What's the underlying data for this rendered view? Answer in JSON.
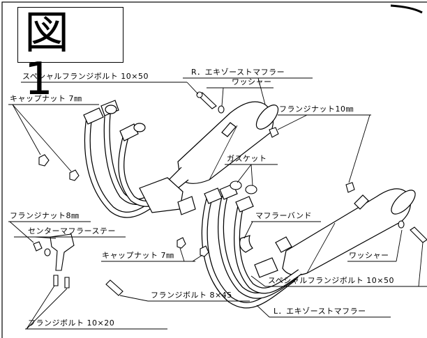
{
  "figure": {
    "title": "図 1"
  },
  "labels": {
    "r_muffler": "R．エキゾーストマフラー",
    "special_bolt_top": "スペシャルフランジボルト 10×50",
    "washer_top": "ワッシャー",
    "cap_nut_left": "キャップナット 7㎜",
    "flange_nut_10": "フランジナット10㎜",
    "gasket": "ガスケット",
    "flange_nut_8": "フランジナット8㎜",
    "muffler_band": "マフラーバンド",
    "center_stay": "センターマフラーステー",
    "washer_right": "ワッシャー",
    "cap_nut_center": "キャップナット 7㎜",
    "special_bolt_bottom": "スペシャルフランジボルト 10×50",
    "flange_bolt_8x45": "フランジボルト 8×45",
    "l_muffler": "L．エキゾーストマフラー",
    "flange_bolt_10x20": "フランジボルト 10×20"
  }
}
